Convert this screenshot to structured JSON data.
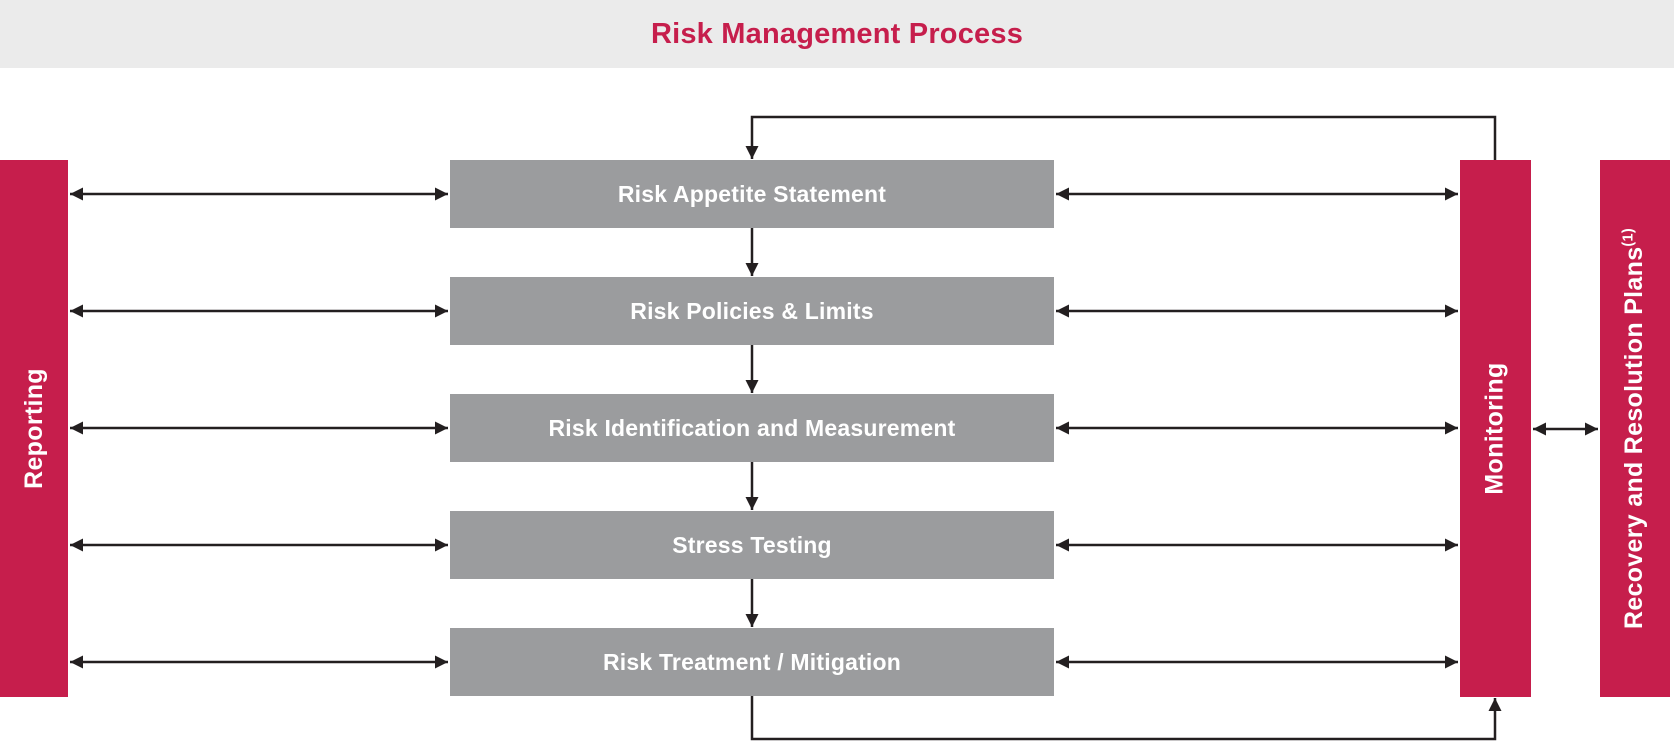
{
  "header": {
    "title": "Risk Management Process"
  },
  "side_bars": {
    "reporting": {
      "label": "Reporting"
    },
    "monitoring": {
      "label": "Monitoring"
    },
    "recovery": {
      "label": "Recovery and Resolution Plans",
      "footnote_marker": "(1)"
    }
  },
  "process_steps": [
    {
      "label": "Risk Appetite Statement"
    },
    {
      "label": "Risk Policies & Limits"
    },
    {
      "label": "Risk Identification and Measurement"
    },
    {
      "label": "Stress Testing"
    },
    {
      "label": "Risk Treatment / Mitigation"
    }
  ],
  "connections": [
    {
      "from": "Reporting",
      "to": "each process step",
      "type": "bidirectional-arrow"
    },
    {
      "from": "each process step",
      "to": "Monitoring",
      "type": "bidirectional-arrow"
    },
    {
      "from": "Monitoring",
      "to": "Recovery and Resolution Plans",
      "type": "bidirectional-arrow"
    },
    {
      "from": "Risk Appetite Statement",
      "to": "Risk Policies & Limits",
      "type": "down-arrow"
    },
    {
      "from": "Risk Policies & Limits",
      "to": "Risk Identification and Measurement",
      "type": "down-arrow"
    },
    {
      "from": "Risk Identification and Measurement",
      "to": "Stress Testing",
      "type": "down-arrow"
    },
    {
      "from": "Stress Testing",
      "to": "Risk Treatment / Mitigation",
      "type": "down-arrow"
    },
    {
      "from": "Monitoring",
      "to": "Risk Appetite Statement",
      "type": "feedback-loop-top"
    },
    {
      "from": "Risk Treatment / Mitigation",
      "to": "Monitoring",
      "type": "feedback-loop-bottom"
    }
  ],
  "colors": {
    "accent_red": "#C61E4C",
    "box_gray": "#9B9C9E",
    "header_bg": "#EBEBEB",
    "line_black": "#231F20",
    "text_white": "#FFFFFF"
  }
}
